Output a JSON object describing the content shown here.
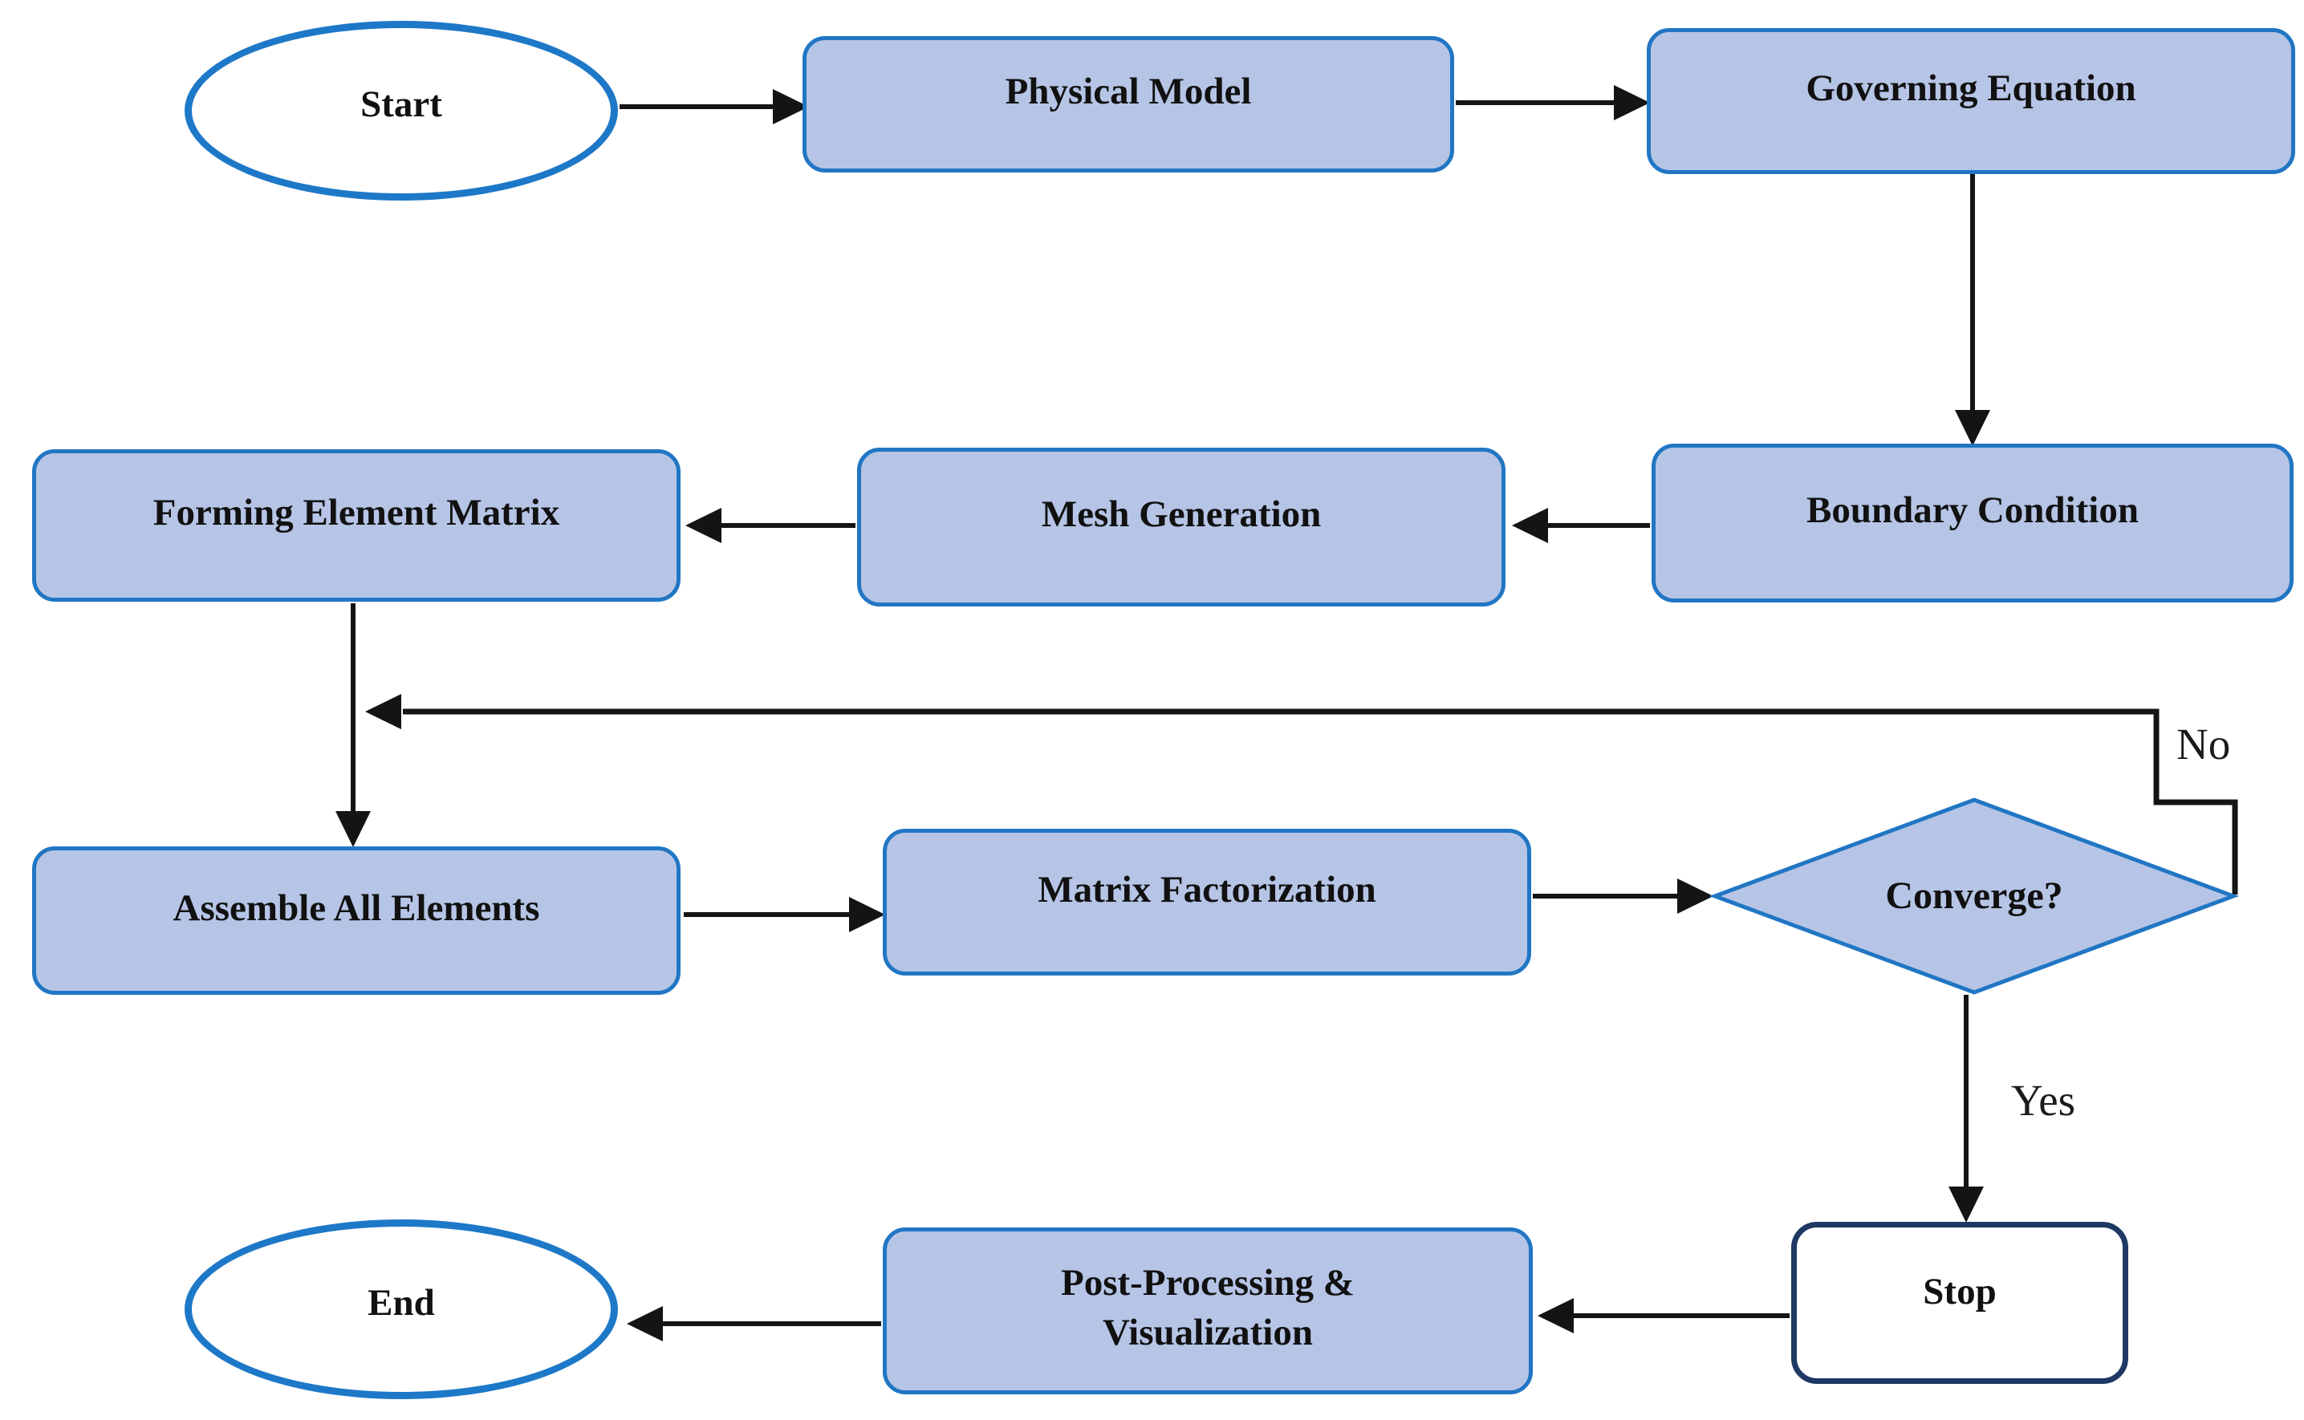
{
  "diagram_type": "flowchart",
  "colors": {
    "background": "#ffffff",
    "process_fill": "#b6c5e6",
    "process_border": "#2176c4",
    "terminator_border": "#1e78c8",
    "stop_border": "#1f3864",
    "arrow": "#141414",
    "text": "#111111"
  },
  "nodes": {
    "start": {
      "label": "Start",
      "shape": "ellipse"
    },
    "physical_model": {
      "label": "Physical Model",
      "shape": "rounded-rect"
    },
    "governing_equation": {
      "label": "Governing Equation",
      "shape": "rounded-rect"
    },
    "boundary_condition": {
      "label": "Boundary Condition",
      "shape": "rounded-rect"
    },
    "mesh_generation": {
      "label": "Mesh Generation",
      "shape": "rounded-rect"
    },
    "forming_element_matrix": {
      "label": "Forming Element Matrix",
      "shape": "rounded-rect"
    },
    "assemble_all_elements": {
      "label": "Assemble All Elements",
      "shape": "rounded-rect"
    },
    "matrix_factorization": {
      "label": "Matrix Factorization",
      "shape": "rounded-rect"
    },
    "converge": {
      "label": "Converge?",
      "shape": "diamond"
    },
    "stop": {
      "label": "Stop",
      "shape": "rounded-rect"
    },
    "post_processing": {
      "label_line1": "Post-Processing &",
      "label_line2": "Visualization",
      "shape": "rounded-rect"
    },
    "end": {
      "label": "End",
      "shape": "ellipse"
    }
  },
  "edge_labels": {
    "no": "No",
    "yes": "Yes"
  },
  "edges": [
    {
      "from": "Start",
      "to": "Physical Model"
    },
    {
      "from": "Physical Model",
      "to": "Governing Equation"
    },
    {
      "from": "Governing Equation",
      "to": "Boundary Condition"
    },
    {
      "from": "Boundary Condition",
      "to": "Mesh Generation"
    },
    {
      "from": "Mesh Generation",
      "to": "Forming Element Matrix"
    },
    {
      "from": "Forming Element Matrix",
      "to": "Assemble All Elements"
    },
    {
      "from": "Assemble All Elements",
      "to": "Matrix Factorization"
    },
    {
      "from": "Matrix Factorization",
      "to": "Converge?"
    },
    {
      "from": "Converge?",
      "to": "Assemble All Elements",
      "label": "No"
    },
    {
      "from": "Converge?",
      "to": "Stop",
      "label": "Yes"
    },
    {
      "from": "Stop",
      "to": "Post-Processing & Visualization"
    },
    {
      "from": "Post-Processing & Visualization",
      "to": "End"
    }
  ]
}
